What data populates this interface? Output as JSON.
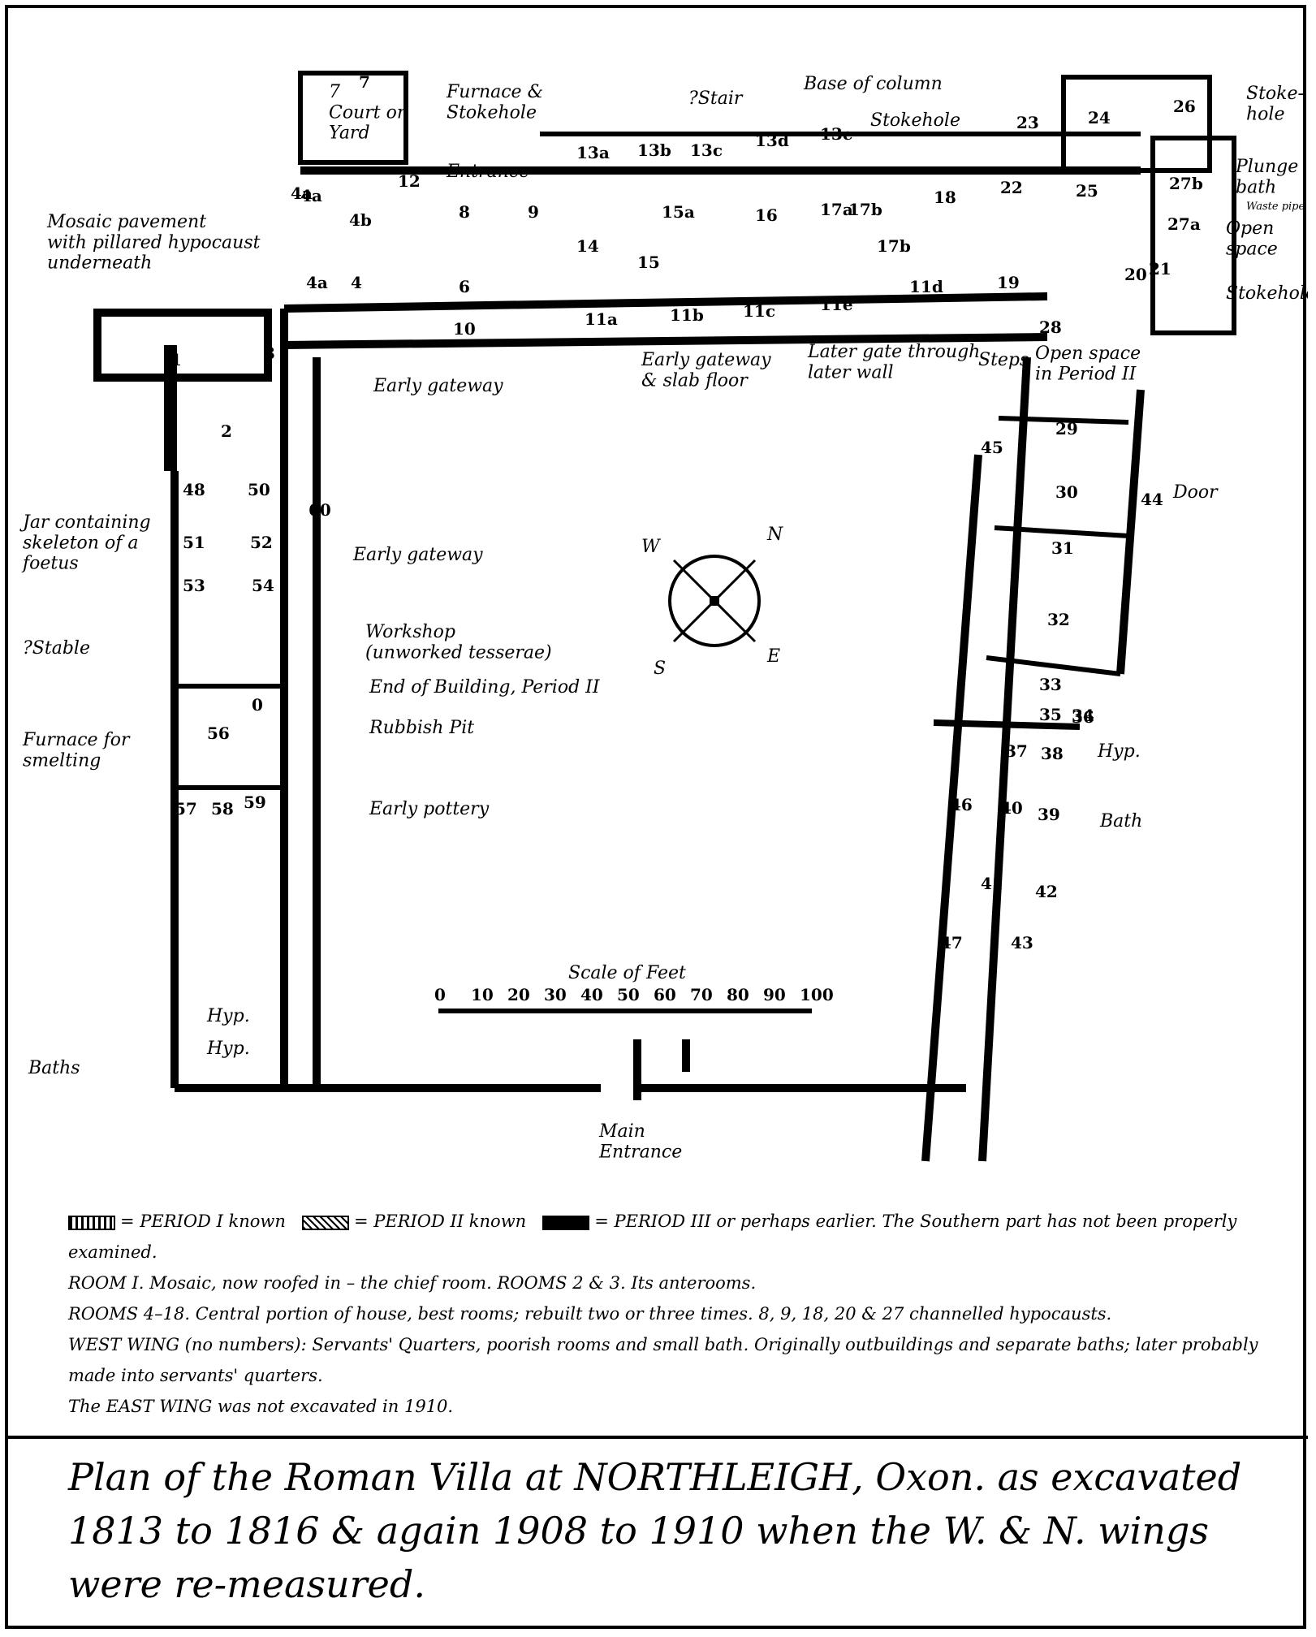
{
  "labels": {
    "court": "7\nCourt or\nYard",
    "furnace_stokehole": "Furnace &\nStokehole",
    "entrance": "Entrance",
    "stair": "?Stair",
    "base_column": "Base of column",
    "stokehole_mid": "Stokehole",
    "stokehole_ne": "Stoke-\nhole",
    "plunge_bath": "Plunge\nbath",
    "waste_pipe": "Waste pipe",
    "open_space_ne": "Open\nspace",
    "stokeholes": "Stokeholes",
    "mosaic": "Mosaic pavement\nwith pillared hypocaust\nunderneath",
    "early_gateway_n": "Early gateway",
    "early_gateway_slab": "Early gateway\n& slab floor",
    "later_gate": "Later gate through\nlater wall",
    "steps": "Steps",
    "open_space_p2": "Open space\nin Period II",
    "early_gateway_w": "Early gateway",
    "jar": "Jar containing\nskeleton of a\nfoetus",
    "stable": "?Stable",
    "workshop": "Workshop\n(unworked tesserae)",
    "end_building": "End of Building, Period II",
    "rubbish": "Rubbish Pit",
    "furnace_smelting": "Furnace for\nsmelting",
    "early_pottery": "Early pottery",
    "hyp1": "Hyp.",
    "hyp2": "Hyp.",
    "baths": "Baths",
    "door": "Door",
    "hyp_e": "Hyp.",
    "bath_e": "Bath",
    "main_entrance": "Main\nEntrance",
    "scale_title": "Scale of Feet",
    "compass_w": "W",
    "compass_n": "N",
    "compass_s": "S",
    "compass_e": "E"
  },
  "scale_ticks": [
    "0",
    "10",
    "20",
    "30",
    "40",
    "50",
    "60",
    "70",
    "80",
    "90",
    "100"
  ],
  "rooms": [
    "1",
    "2",
    "3",
    "4",
    "4a",
    "4b",
    "6",
    "7",
    "8",
    "9",
    "10",
    "11a",
    "11b",
    "11c",
    "11e",
    "11d",
    "12",
    "13a",
    "13b",
    "13c",
    "13d",
    "13e",
    "14",
    "15",
    "15a",
    "16",
    "17a",
    "17b",
    "17b",
    "18",
    "19",
    "20",
    "21",
    "22",
    "23",
    "24",
    "25",
    "26",
    "27a",
    "27b",
    "28",
    "29",
    "30",
    "31",
    "32",
    "33",
    "34",
    "35",
    "36",
    "37",
    "38",
    "39",
    "40",
    "41",
    "42",
    "43",
    "44",
    "45",
    "46",
    "47",
    "48",
    "50",
    "51",
    "52",
    "53",
    "54",
    "56",
    "57",
    "58",
    "59",
    "60",
    "0",
    "4a",
    "4a"
  ],
  "legend": {
    "p1": "= PERIOD I known",
    "p2": "= PERIOD II known",
    "p3": "= PERIOD III or perhaps earlier.  The Southern part has not been properly examined.",
    "line2": "ROOM I.  Mosaic, now roofed in – the chief room.    ROOMS 2 & 3.  Its anterooms.",
    "line3": "ROOMS 4–18.  Central portion of house, best rooms; rebuilt two or three times.   8, 9, 18, 20 & 27  channelled hypocausts.",
    "line4": "WEST WING (no numbers): Servants' Quarters, poorish rooms and small bath.  Originally outbuildings and separate baths; later probably made into servants' quarters.",
    "line5": "The EAST WING was not excavated in 1910."
  },
  "caption": "Plan of the Roman Villa at NORTHLEIGH, Oxon. as excavated 1813 to 1816 & again 1908 to 1910 when the W. & N. wings were re-measured."
}
